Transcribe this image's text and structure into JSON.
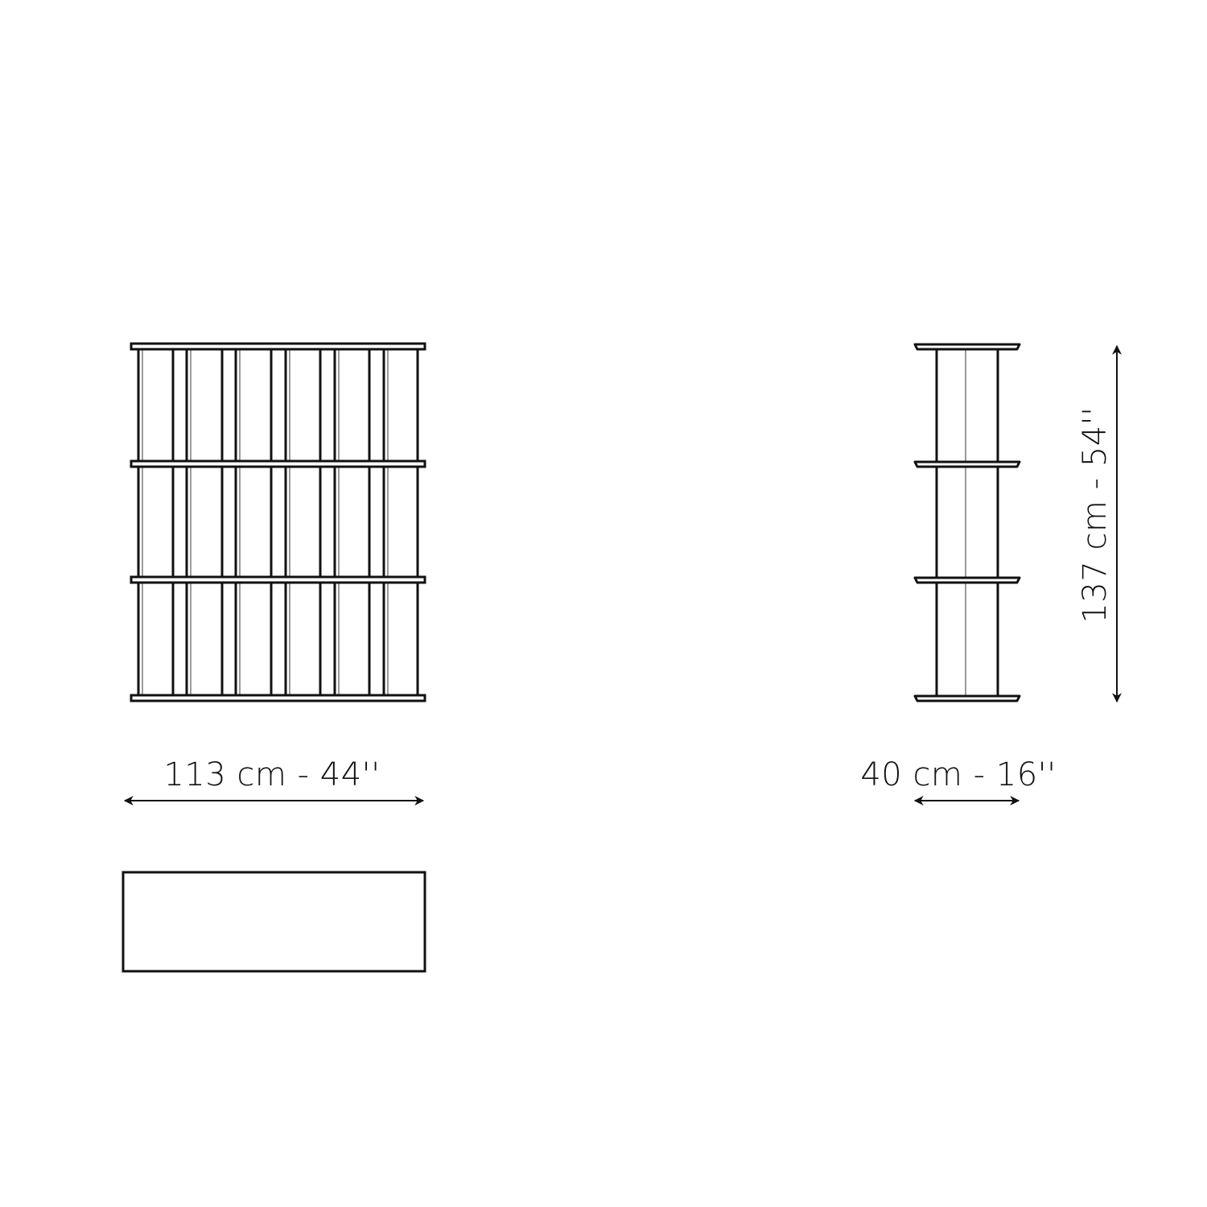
{
  "diagram": {
    "type": "furniture-dimension-drawing",
    "subject": "open bookcase / shelving unit",
    "colors": {
      "line": "#111111",
      "inner_line": "#7a7a7a",
      "background": "#ffffff"
    },
    "views": {
      "front": {
        "name": "front elevation",
        "shelves": 4,
        "post_pairs": 6
      },
      "side": {
        "name": "side elevation",
        "shelves": 4
      },
      "top": {
        "name": "plan view"
      }
    },
    "dimensions": {
      "width": {
        "label": "113 cm - 44''",
        "cm": 113,
        "in": 44
      },
      "depth": {
        "label": "40 cm - 16''",
        "cm": 40,
        "in": 16
      },
      "height": {
        "label": "137 cm - 54''",
        "cm": 137,
        "in": 54
      }
    }
  }
}
